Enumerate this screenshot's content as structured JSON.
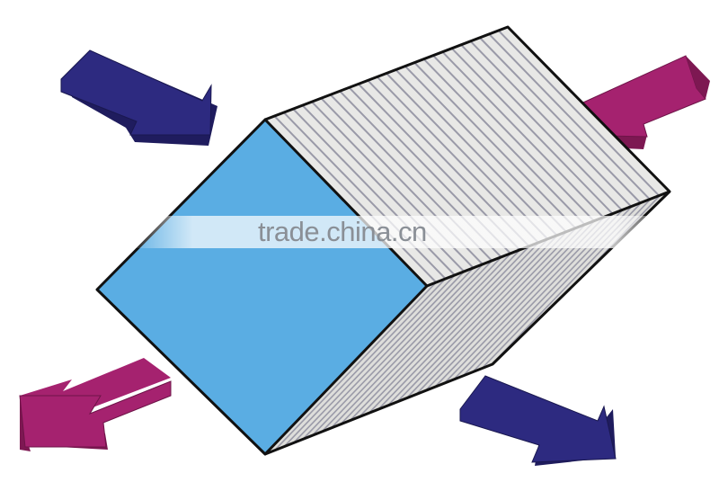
{
  "watermark": {
    "text": "trade.china.cn"
  },
  "colors": {
    "cube_front": "#5aade3",
    "cube_side": "#e8e8e6",
    "fin_line": "#9a9aa8",
    "outline": "#111111",
    "arrow_blue_top": "#2d2a80",
    "arrow_blue_side": "#1f1c5e",
    "arrow_magenta_top": "#a5226f",
    "arrow_magenta_side": "#7d1852"
  },
  "arrows": [
    {
      "id": "arrow-blue-upper-left",
      "color": "blue",
      "direction": "inward"
    },
    {
      "id": "arrow-magenta-upper-right",
      "color": "magenta",
      "direction": "inward"
    },
    {
      "id": "arrow-magenta-lower-left",
      "color": "magenta",
      "direction": "outward"
    },
    {
      "id": "arrow-blue-lower-right",
      "color": "blue",
      "direction": "outward"
    }
  ]
}
